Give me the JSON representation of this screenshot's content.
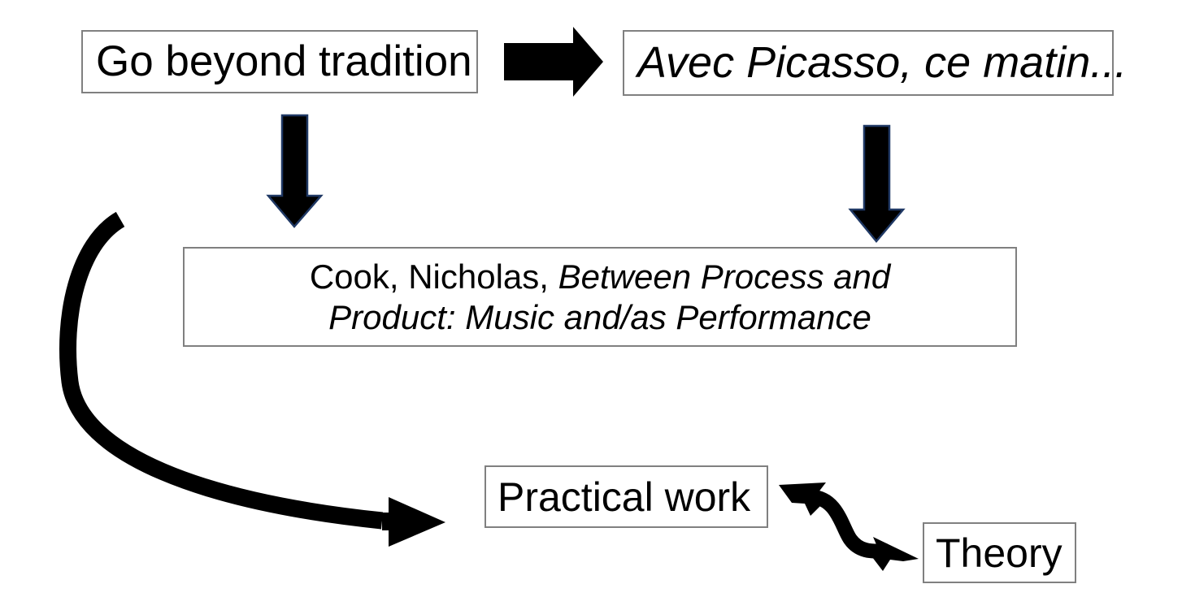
{
  "diagram": {
    "title": "Go beyond tradition concept map",
    "background_color": "#ffffff",
    "box_border_color": "#808080",
    "arrow_fill_color": "#000000",
    "arrow_outline_color": "#1f3864",
    "nodes": [
      {
        "id": "go-beyond",
        "label": "Go beyond tradition",
        "style": "regular"
      },
      {
        "id": "picasso",
        "label": "Avec Picasso, ce matin...",
        "style": "italic"
      },
      {
        "id": "cook",
        "label_plain": "Cook, Nicholas,",
        "label_italic_line1": "Between Process and Product:",
        "label_italic_line2": "Music and/as Performance",
        "style": "mixed"
      },
      {
        "id": "practical",
        "label": "Practical work",
        "style": "regular"
      },
      {
        "id": "theory",
        "label": "Theory",
        "style": "regular"
      }
    ],
    "connectors": [
      {
        "id": "block-arrow-right",
        "kind": "block-arrow",
        "direction": "right",
        "from": "go-beyond",
        "to": "picasso"
      },
      {
        "id": "down-arrow-left",
        "kind": "block-arrow",
        "direction": "down",
        "from": "go-beyond",
        "to": "cook"
      },
      {
        "id": "down-arrow-right",
        "kind": "block-arrow",
        "direction": "down",
        "from": "picasso",
        "to": "cook"
      },
      {
        "id": "curved-arrow-left",
        "kind": "curved-arrow",
        "direction": "down-right",
        "from": "go-beyond",
        "to": "practical"
      },
      {
        "id": "s-curve-double-arrow",
        "kind": "double-headed-s-curve",
        "from": "practical",
        "to": "theory"
      }
    ]
  }
}
